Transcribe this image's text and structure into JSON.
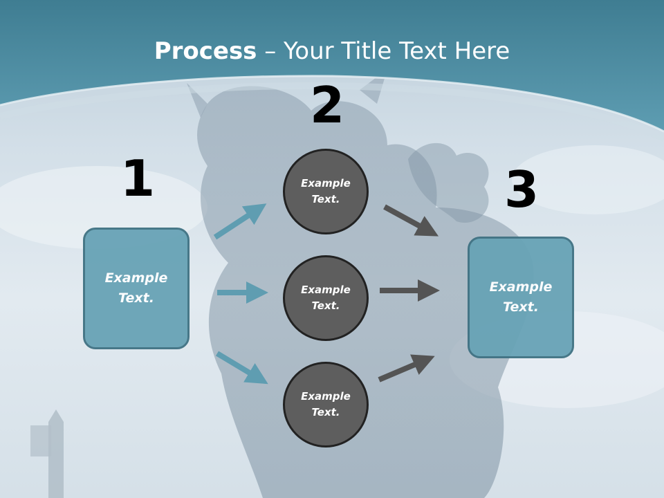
{
  "title": {
    "bold": "Process",
    "rest": " – Your Title Text Here"
  },
  "steps": [
    {
      "number": "1",
      "line1": "Example",
      "line2": "Text."
    },
    {
      "number": "2"
    },
    {
      "number": "3",
      "line1": "Example",
      "line2": "Text."
    }
  ],
  "circles": [
    {
      "line1": "Example",
      "line2": "Text."
    },
    {
      "line1": "Example",
      "line2": "Text."
    },
    {
      "line1": "Example",
      "line2": "Text."
    }
  ],
  "colors": {
    "header": "#4d8ea2",
    "box_fill": "#68a3b6",
    "box_border": "#3f7283",
    "circle_fill": "#5e5e5e",
    "arrow_blue": "#5f9db1",
    "arrow_gray": "#545454"
  }
}
